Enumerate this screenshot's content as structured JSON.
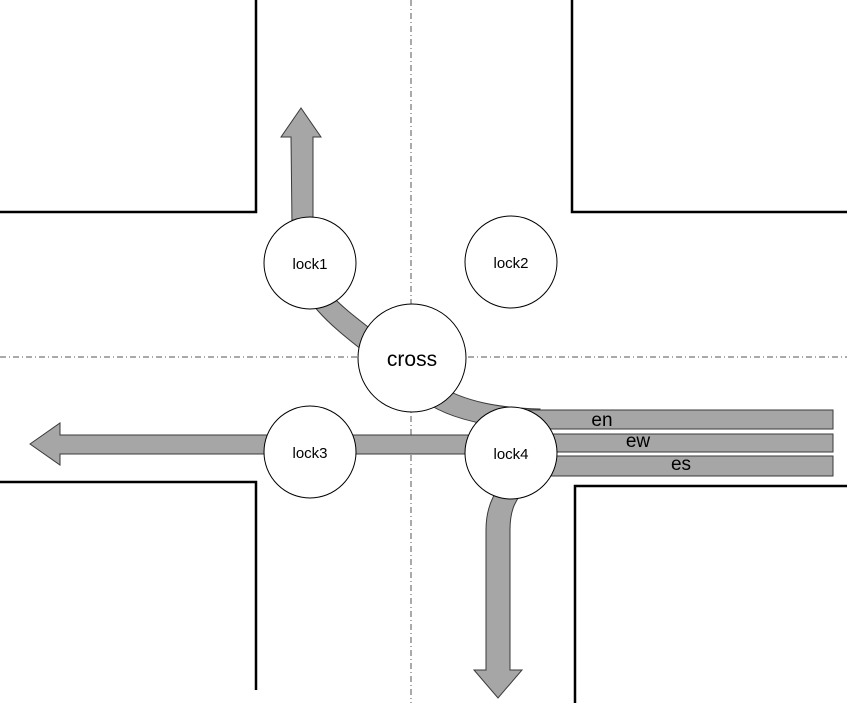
{
  "nodes": {
    "lock1": "lock1",
    "lock2": "lock2",
    "lock3": "lock3",
    "lock4": "lock4",
    "cross": "cross"
  },
  "lanes": {
    "en": "en",
    "ew": "ew",
    "es": "es"
  },
  "colors": {
    "road_line": "#000000",
    "lane_fill": "#a6a6a6",
    "lane_stroke": "#3a3a3a",
    "node_fill": "#ffffff"
  }
}
